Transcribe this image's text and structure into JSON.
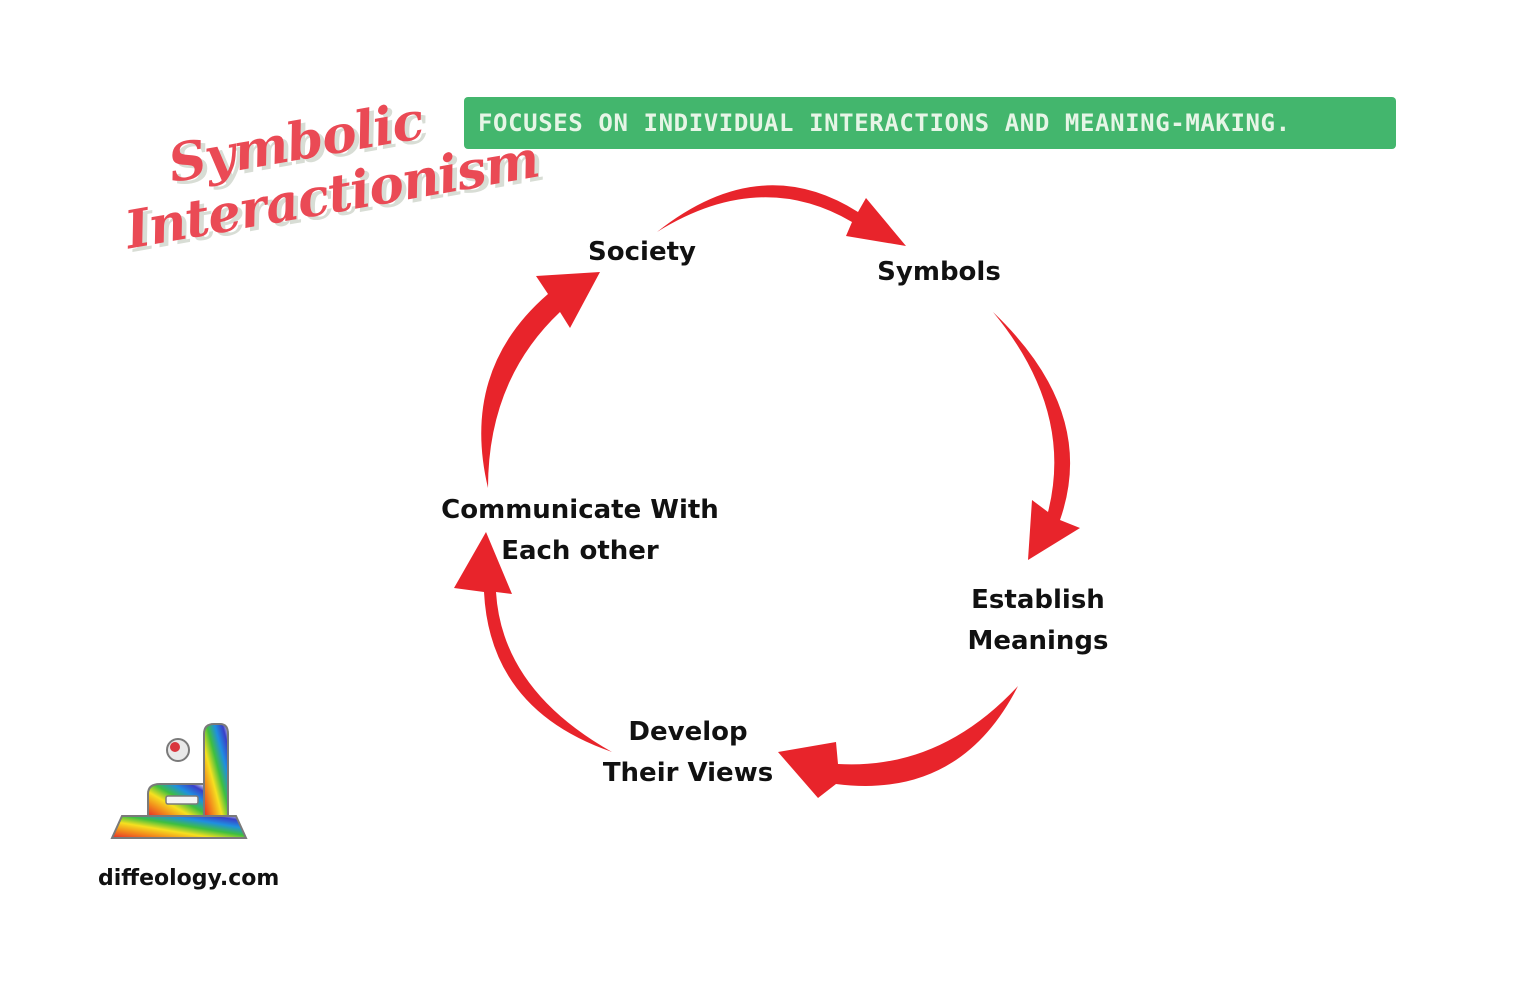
{
  "title": {
    "line1": "Symbolic",
    "line2": "Interactionism"
  },
  "banner": {
    "text": "FOCUSES ON INDIVIDUAL INTERACTIONS AND MEANING-MAKING."
  },
  "cycle": {
    "nodes": [
      {
        "id": "society",
        "lines": [
          "Society"
        ]
      },
      {
        "id": "symbols",
        "lines": [
          "Symbols"
        ]
      },
      {
        "id": "establish",
        "lines": [
          "Establish",
          "Meanings"
        ]
      },
      {
        "id": "develop",
        "lines": [
          "Develop",
          "Their Views"
        ]
      },
      {
        "id": "communicate",
        "lines": [
          "Communicate With",
          "Each other"
        ]
      }
    ],
    "arrow_color": "#e8242b"
  },
  "colors": {
    "title": "#ea4a55",
    "banner_bg": "#43b66d",
    "banner_text": "#e6f5e6"
  },
  "logo": {
    "icon": "diffeology-logo-icon"
  },
  "footer": {
    "site": "diffeology.com"
  }
}
